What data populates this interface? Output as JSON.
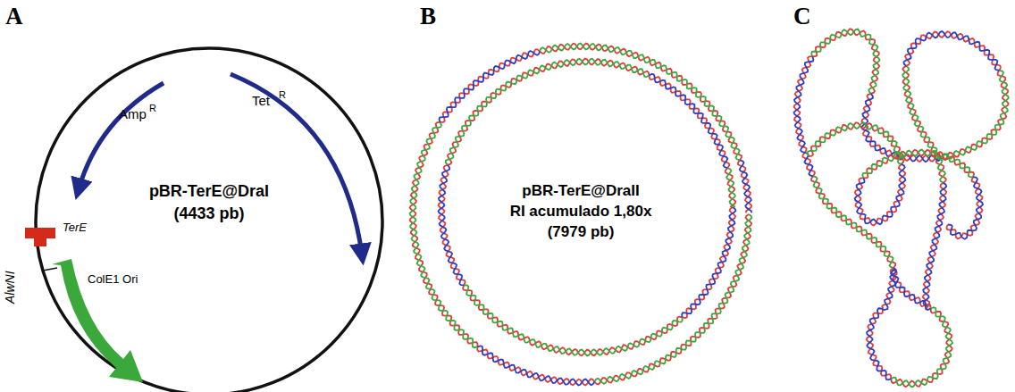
{
  "diagram": {
    "labels": [
      "A",
      "B",
      "C",
      "Amp",
      "R",
      "Tet",
      "R",
      "TerE",
      "AlwNI",
      "ColE1 Ori",
      "pBR-TerE@DraI",
      "(4433 pb)",
      "pBR-TerE@DraII",
      "RI acumulado 1,80x",
      "(7979 pb)"
    ]
  }
}
